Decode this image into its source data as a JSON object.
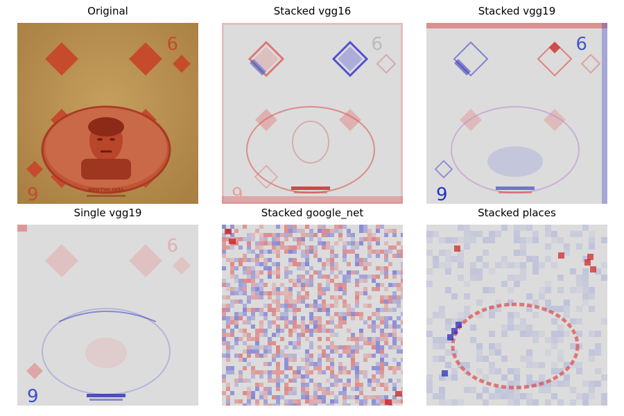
{
  "figure": {
    "panels": [
      {
        "title": "Original",
        "kind": "original-card-photo",
        "card_text": "VERY HILLMAN",
        "colors": {
          "background": "#b8904f",
          "ink": "#c24a2c"
        }
      },
      {
        "title": "Stacked vgg16",
        "kind": "saliency-map",
        "colors": {
          "positive": "#d11a1a",
          "negative": "#1f2fcf",
          "neutral": "#dcdcdc"
        }
      },
      {
        "title": "Stacked vgg19",
        "kind": "saliency-map",
        "colors": {
          "positive": "#d11a1a",
          "negative": "#1f2fcf",
          "neutral": "#dcdcdc"
        }
      },
      {
        "title": "Single vgg19",
        "kind": "saliency-map",
        "colors": {
          "positive": "#d11a1a",
          "negative": "#1f2fcf",
          "neutral": "#dcdcdc"
        }
      },
      {
        "title": "Stacked google_net",
        "kind": "saliency-map-noisy",
        "colors": {
          "positive": "#d11a1a",
          "negative": "#1f2fcf",
          "neutral": "#dcdcdc"
        }
      },
      {
        "title": "Stacked places",
        "kind": "saliency-map-blocky",
        "colors": {
          "positive": "#d11a1a",
          "negative": "#1f2fcf",
          "neutral": "#dcdcdc"
        }
      }
    ]
  }
}
